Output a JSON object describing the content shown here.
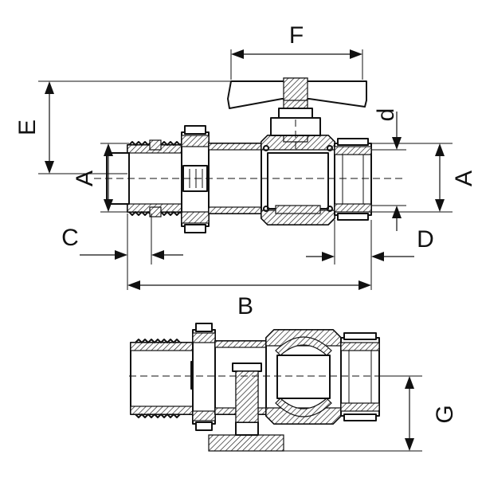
{
  "labels": {
    "f": "F",
    "e": "E",
    "d_small": "d",
    "a_left": "A",
    "a_right": "A",
    "c": "C",
    "d_big": "D",
    "b": "B",
    "g": "G"
  }
}
